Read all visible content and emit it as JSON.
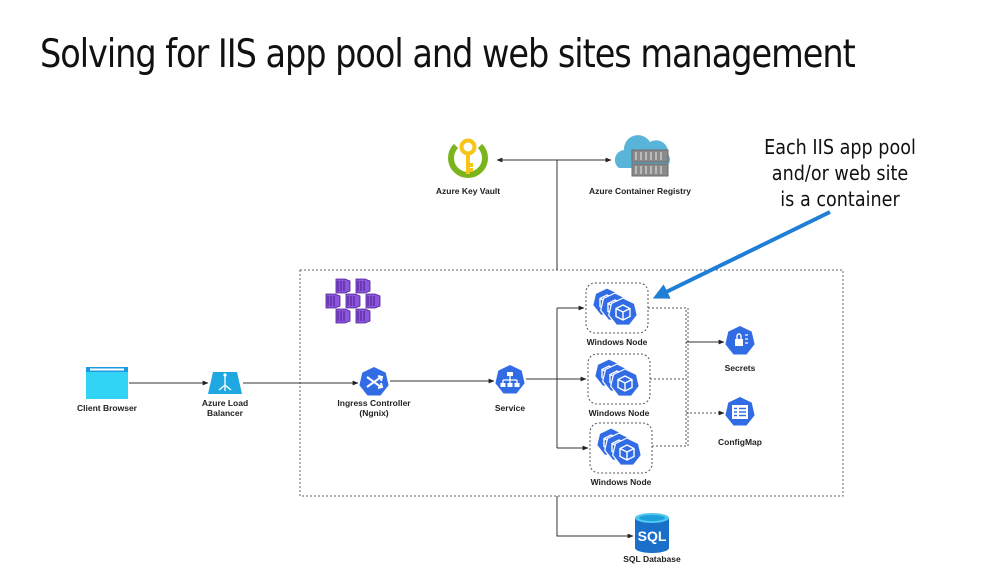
{
  "slide": {
    "title": "Solving for IIS app pool and web sites management",
    "callout_lines": [
      "Each IIS app pool",
      "and/or web site",
      "is a container"
    ]
  },
  "nodes": {
    "key_vault": "Azure Key Vault",
    "container_registry": "Azure Container Registry",
    "client_browser": "Client Browser",
    "load_balancer_l1": "Azure Load",
    "load_balancer_l2": "Balancer",
    "ingress_l1": "Ingress Controller",
    "ingress_l2": "(Ngnix)",
    "service": "Service",
    "windows_node_1": "Windows Node",
    "windows_node_2": "Windows Node",
    "windows_node_3": "Windows Node",
    "secrets": "Secrets",
    "configmap": "ConfigMap",
    "sql_database": "SQL Database",
    "sql_glyph": "SQL"
  },
  "colors": {
    "k8s_blue": "#326ce5",
    "azure_blue": "#1ea7e1",
    "callout_arrow": "#1f7fd6",
    "aks_purple": "#7b3fd0",
    "keyvault_green": "#7ab51d",
    "keyvault_yellow": "#f7c518"
  }
}
